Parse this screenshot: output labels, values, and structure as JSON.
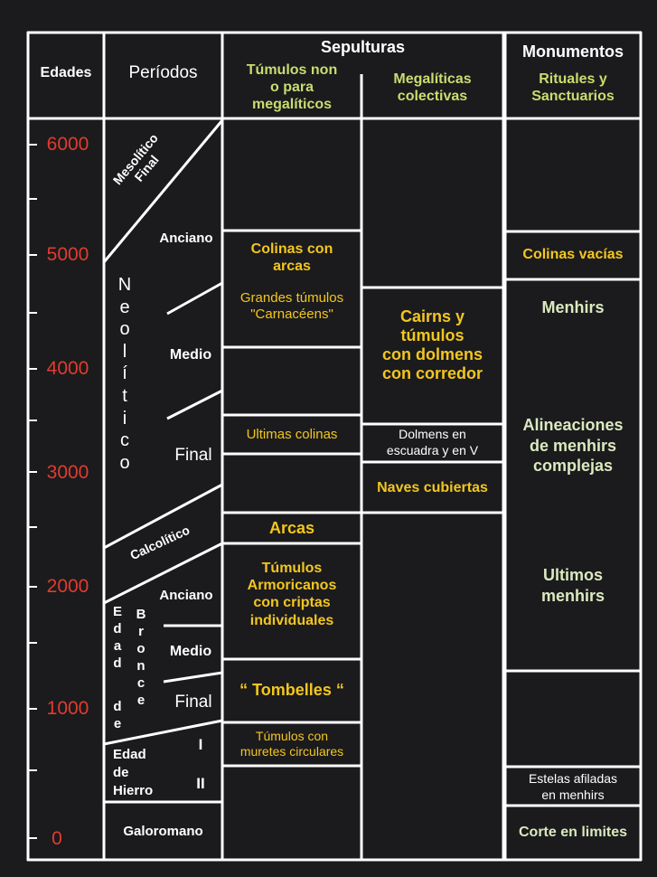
{
  "headers": {
    "edades": "Edades",
    "periodos": "Períodos",
    "sepulturas": "Sepulturas",
    "tumulos": [
      "Túmulos non",
      "o para",
      "megalíticos"
    ],
    "megaliticas": [
      "Megalíticas",
      "colectivas"
    ],
    "monumentos": "Monumentos",
    "rituales": [
      "Rituales y",
      "Sanctuarios"
    ]
  },
  "ages": [
    "6000",
    "5000",
    "4000",
    "3000",
    "2000",
    "1000",
    "0"
  ],
  "periods": {
    "mesolitico": [
      "Mesolítico",
      "Final"
    ],
    "neolitico_letters": [
      "N",
      "e",
      "o",
      "l",
      "í",
      "t",
      "i",
      "c",
      "o"
    ],
    "neo_anciano": "Anciano",
    "neo_medio": "Medio",
    "neo_final": "Final",
    "calcolitico": "Calcolítico",
    "edad_letters": [
      "E",
      "d",
      "a",
      "d"
    ],
    "de_letters": [
      "d",
      "e"
    ],
    "bronce_letters": [
      "B",
      "r",
      "o",
      "n",
      "c",
      "e"
    ],
    "bronce_anciano": "Anciano",
    "bronce_medio": "Medio",
    "bronce_final": "Final",
    "hierro": [
      "Edad",
      "de",
      "Hierro"
    ],
    "hierro_i": "I",
    "hierro_ii": "II",
    "galoromano": "Galoromano"
  },
  "tumulos_col": {
    "colinas_arcas": [
      "Colinas con",
      "arcas"
    ],
    "grandes_tumulos": [
      "Grandes túmulos",
      "\"Carnacéens\""
    ],
    "ultimas_colinas": "Ultimas colinas",
    "arcas": "Arcas",
    "armoricanos": [
      "Túmulos",
      "Armoricanos",
      "con criptas",
      "individuales"
    ],
    "tombelles": "“ Tombelles “",
    "muretes": [
      "Túmulos con",
      "muretes circulares"
    ]
  },
  "megaliticas_col": {
    "cairns": [
      "Cairns y",
      "túmulos",
      "con dolmens",
      "con corredor"
    ],
    "dolmens": [
      "Dolmens en",
      "escuadra y en V"
    ],
    "naves": "Naves cubiertas"
  },
  "monumentos_col": {
    "colinas_vacias": "Colinas vacías",
    "menhirs": "Menhirs",
    "alineaciones": [
      "Alineaciones",
      "de menhirs",
      "complejas"
    ],
    "ultimos": [
      "Ultimos",
      "menhirs"
    ],
    "estelas": [
      "Estelas afiladas",
      "en menhirs"
    ],
    "corte": "Corte en limites"
  }
}
